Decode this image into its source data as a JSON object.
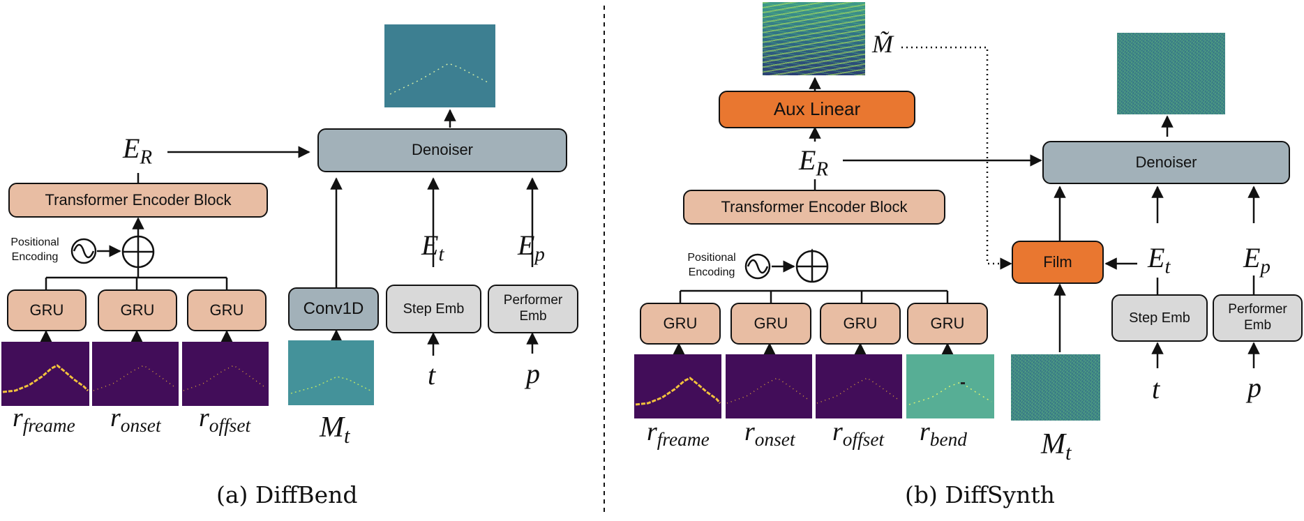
{
  "panel_a": {
    "caption": "(a) DiffBend",
    "transformer": "Transformer Encoder Block",
    "positional_encoding": "Positional\nEncoding",
    "gru": [
      "GRU",
      "GRU",
      "GRU"
    ],
    "denoiser": "Denoiser",
    "conv1d": "Conv1D",
    "step_emb": "Step Emb",
    "performer_emb": "Performer\nEmb",
    "inputs": [
      {
        "base": "r",
        "sub": "freame"
      },
      {
        "base": "r",
        "sub": "onset"
      },
      {
        "base": "r",
        "sub": "offset"
      }
    ],
    "er": {
      "base": "E",
      "sub": "R"
    },
    "et": {
      "base": "E",
      "sub": "t"
    },
    "ep": {
      "base": "E",
      "sub": "p"
    },
    "mt": {
      "base": "M",
      "sub": "t"
    },
    "t": "t",
    "p": "p"
  },
  "panel_b": {
    "caption": "(b) DiffSynth",
    "aux_linear": "Aux Linear",
    "mtilde": "M̃",
    "transformer": "Transformer Encoder Block",
    "positional_encoding": "Positional\nEncoding",
    "gru": [
      "GRU",
      "GRU",
      "GRU",
      "GRU"
    ],
    "denoiser": "Denoiser",
    "film": "Film",
    "step_emb": "Step Emb",
    "performer_emb": "Performer\nEmb",
    "inputs": [
      {
        "base": "r",
        "sub": "freame"
      },
      {
        "base": "r",
        "sub": "onset"
      },
      {
        "base": "r",
        "sub": "offset"
      },
      {
        "base": "r",
        "sub": "bend"
      }
    ],
    "er": {
      "base": "E",
      "sub": "R"
    },
    "et": {
      "base": "E",
      "sub": "t"
    },
    "ep": {
      "base": "E",
      "sub": "p"
    },
    "mt": {
      "base": "M",
      "sub": "t"
    },
    "t": "t",
    "p": "p"
  },
  "colors": {
    "encoder_block": "#e8bda3",
    "denoiser": "#a2b1b9",
    "embedding": "#d9d9d9",
    "highlight": "#e97730",
    "roll_background": "#420d59",
    "roll_notes": "#f2c23c"
  }
}
